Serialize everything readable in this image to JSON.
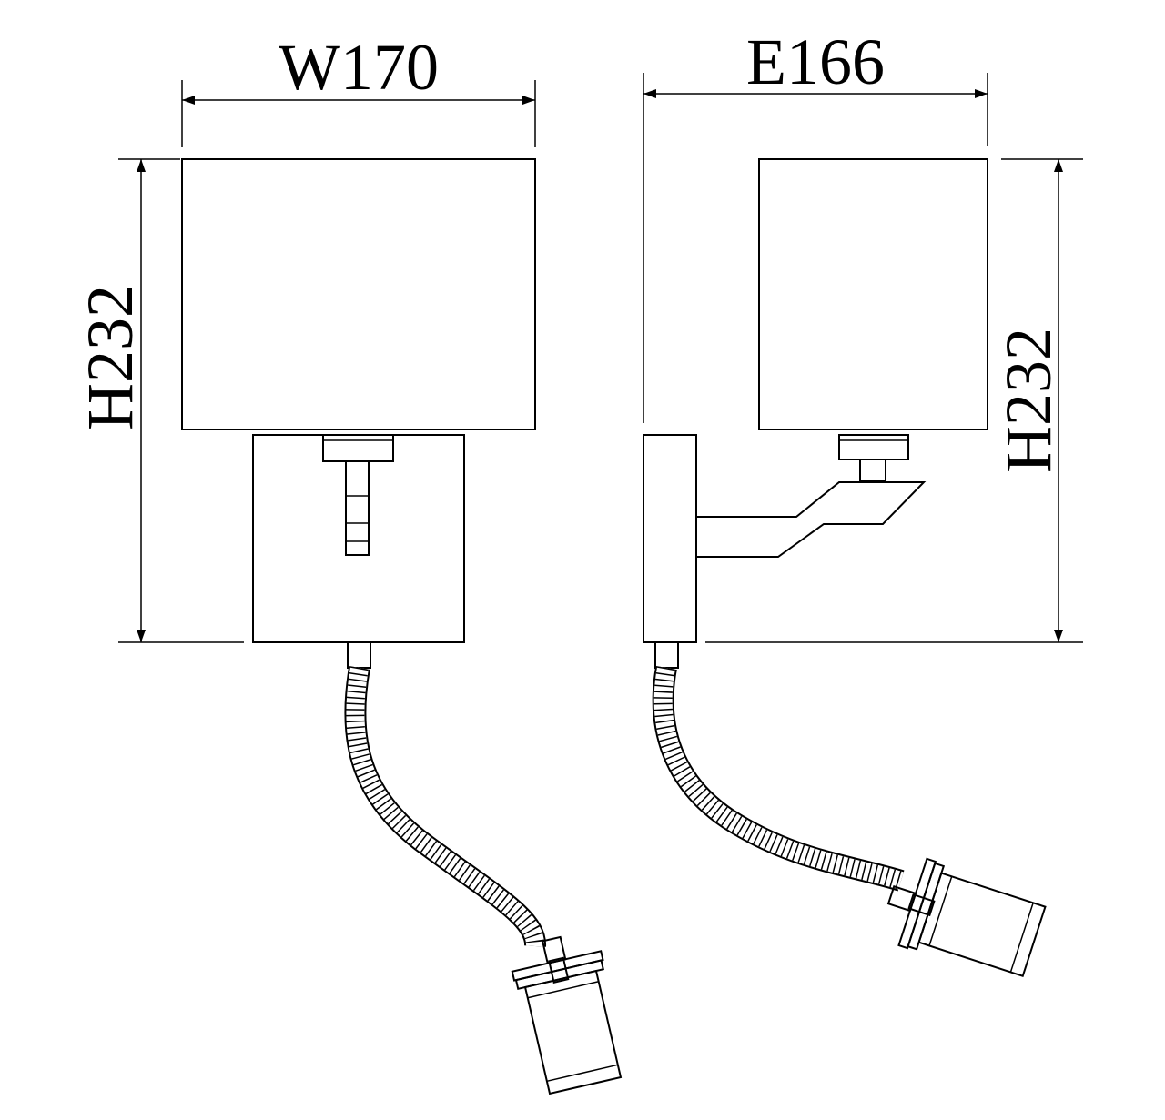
{
  "front_view": {
    "width_label": "W170",
    "height_label": "H232"
  },
  "side_view": {
    "extension_label": "E166",
    "height_label": "H232"
  },
  "colors": {
    "line": "#000000",
    "background": "#ffffff"
  }
}
